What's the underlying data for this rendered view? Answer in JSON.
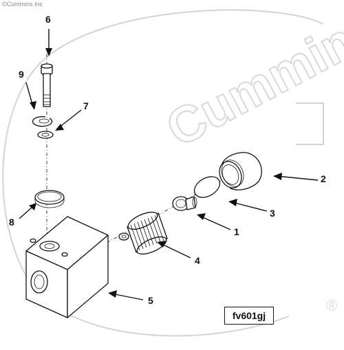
{
  "copyright": "©Cummins Inc",
  "watermark": {
    "text": "Cummins",
    "registered_mark": "®"
  },
  "figure_id": "fv601gj",
  "callouts": [
    "1",
    "2",
    "3",
    "4",
    "5",
    "6",
    "7",
    "8",
    "9"
  ],
  "parts": [
    "cap-screw",
    "lock-washer",
    "washer",
    "o-ring",
    "filter-head",
    "filter-element",
    "check-valve",
    "o-ring-seal",
    "filter-cap"
  ]
}
